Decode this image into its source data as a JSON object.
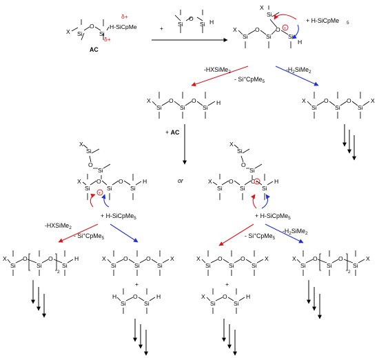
{
  "atoms": {
    "x": "X",
    "si": "Si",
    "o": "O",
    "h": "H",
    "plus": "+",
    "or": "or"
  },
  "reagents": {
    "h_sicpme5": "H-SiCpMe",
    "sub5": "5",
    "plus_h_sicpme5": "+ H-SiCpMe",
    "ac": "AC",
    "plus_ac_prefix": "+ ",
    "delta_plus": "δ+"
  },
  "eliminations": {
    "hxsime2": "-HXSiMe",
    "h2sime2": "-H",
    "h2sime2_rest": "SiMe",
    "sub2": "2",
    "si_cation": "- Si",
    "si_cation_sup": "+",
    "si_cation_rest": "CpMe",
    "sub_idx2": "2"
  },
  "colors": {
    "red_pathway": "#e0141c",
    "blue_pathway": "#1f2fd6"
  }
}
